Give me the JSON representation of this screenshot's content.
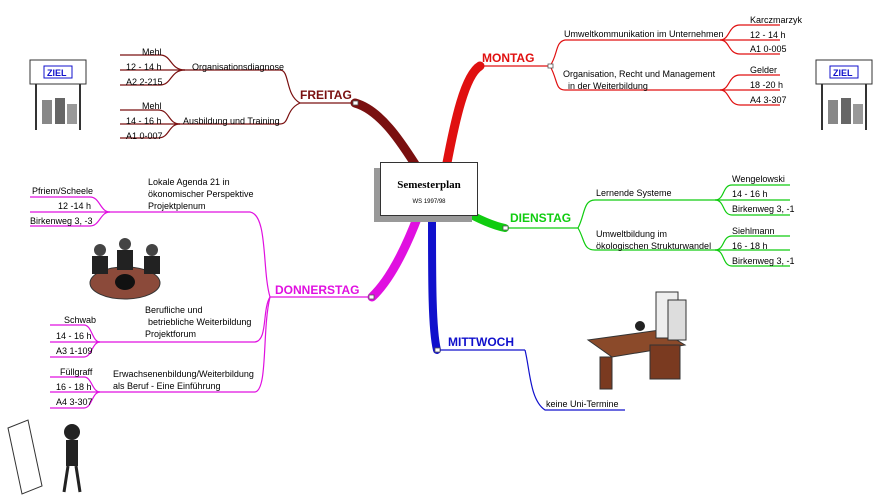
{
  "center": {
    "title": "Semesterplan",
    "subtitle": "WS 1997/98"
  },
  "colors": {
    "freitag": "#7a1010",
    "montag": "#e01010",
    "dienstag": "#10cc10",
    "mittwoch": "#1010cc",
    "donnerstag": "#e010e0"
  },
  "freitag": {
    "label": "FREITAG",
    "topics": [
      {
        "title": "Organisationsdiagnose",
        "person": "Mehl",
        "time": "12 - 14 h",
        "room": "A2 2-215"
      },
      {
        "title": "Ausbildung und Training",
        "person": "Mehl",
        "time": "14 - 16 h",
        "room": "A1 0-007"
      }
    ]
  },
  "montag": {
    "label": "MONTAG",
    "topics": [
      {
        "title": "Umweltkommunikation im Unternehmen",
        "person": "Karczmarzyk",
        "time": "12 - 14 h",
        "room": "A1 0-005"
      },
      {
        "title_line1": "Organisation, Recht und Management",
        "title_line2": "in der Weiterbildung",
        "person": "Gelder",
        "time": "18 -20 h",
        "room": "A4 3-307"
      }
    ]
  },
  "dienstag": {
    "label": "DIENSTAG",
    "topics": [
      {
        "title": "Lernende Systeme",
        "person": "Wengelowski",
        "time": "14 - 16 h",
        "room": "Birkenweg 3, -1"
      },
      {
        "title_line1": "Umweltbildung im",
        "title_line2": "ökologischen Strukturwandel",
        "person": "Siehlmann",
        "time": "16 - 18 h",
        "room": "Birkenweg 3, -1"
      }
    ]
  },
  "mittwoch": {
    "label": "MITTWOCH",
    "note": "keine Uni-Termine"
  },
  "donnerstag": {
    "label": "DONNERSTAG",
    "topics": [
      {
        "title_line1": "Lokale Agenda 21 in",
        "title_line2": "ökonomischer Perspektive",
        "title_line3": "Projektplenum",
        "person": "Pfriem/Scheele",
        "time": "12 -14 h",
        "room": "Birkenweg 3, -3"
      },
      {
        "title_line1": "Berufliche und",
        "title_line2": "betriebliche Weiterbildung",
        "title_line3": "Projektforum",
        "person": "Schwab",
        "time": "14 - 16 h",
        "room": "A3 1-109"
      },
      {
        "title_line1": "Erwachsenenbildung/Weiterbildung",
        "title_line2": "als Beruf - Eine Einführung",
        "person": "Füllgraff",
        "time": "16 - 18 h",
        "room": "A4 3-307"
      }
    ]
  },
  "signs": {
    "left": "ZIEL",
    "right": "ZIEL"
  }
}
